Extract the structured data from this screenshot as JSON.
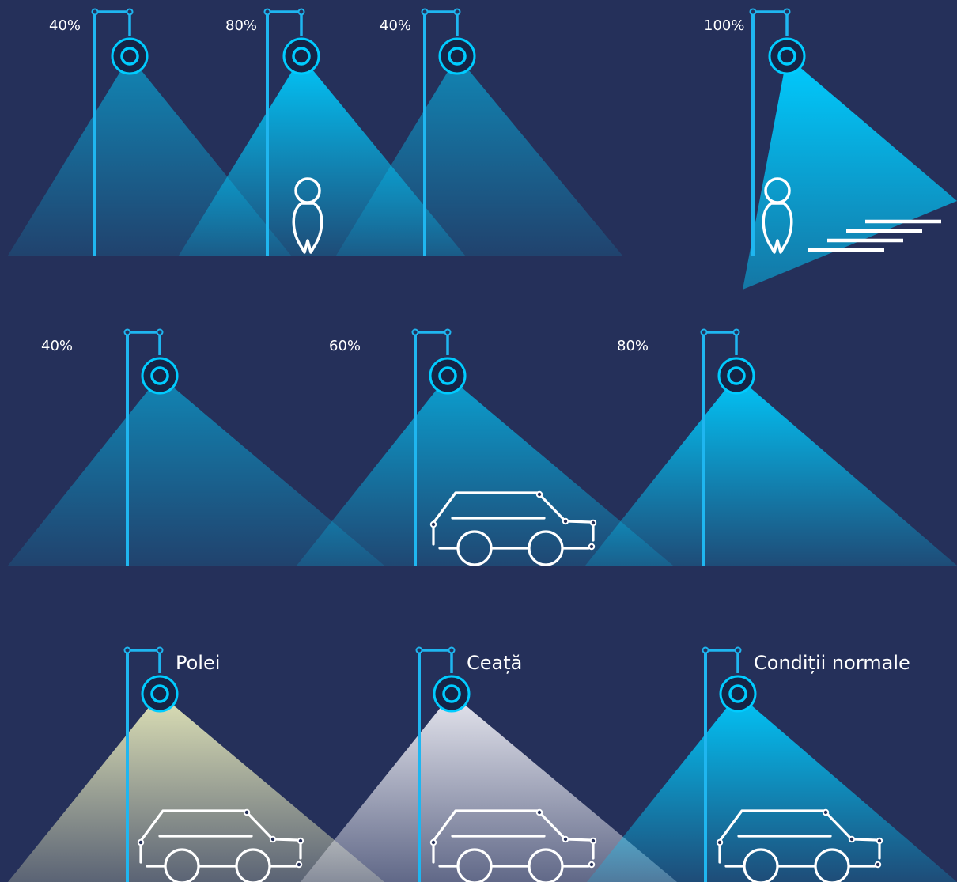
{
  "background": "#25305a",
  "colors": {
    "pole": "#1fb6f0",
    "beam_blue": "#00ccff",
    "beam_ice": "#e2e5b7",
    "beam_fog": "#e6e6ef",
    "lamp_ring": "#00ccff",
    "lamp_core": "#152446",
    "icon_stroke": "#ffffff"
  },
  "rows": [
    {
      "lamps": [
        {
          "label": "40%",
          "beam": "blue",
          "intensity": 0.4
        },
        {
          "label": "80%",
          "beam": "blue",
          "intensity": 0.8,
          "icon": "pedestrian"
        },
        {
          "label": "40%",
          "beam": "blue",
          "intensity": 0.4
        },
        {
          "label": "100%",
          "beam": "blue",
          "intensity": 1.0,
          "icon": "pedestrian-crossing"
        }
      ]
    },
    {
      "lamps": [
        {
          "label": "40%",
          "beam": "blue",
          "intensity": 0.4
        },
        {
          "label": "60%",
          "beam": "blue",
          "intensity": 0.6,
          "icon": "car"
        },
        {
          "label": "80%",
          "beam": "blue",
          "intensity": 0.8
        }
      ]
    },
    {
      "lamps": [
        {
          "label": "Polei",
          "beam": "ice",
          "intensity": 1.0,
          "icon": "car"
        },
        {
          "label": "Ceață",
          "beam": "fog",
          "intensity": 1.0,
          "icon": "car"
        },
        {
          "label": "Condiții normale",
          "beam": "blue",
          "intensity": 0.8,
          "icon": "car"
        }
      ]
    }
  ]
}
